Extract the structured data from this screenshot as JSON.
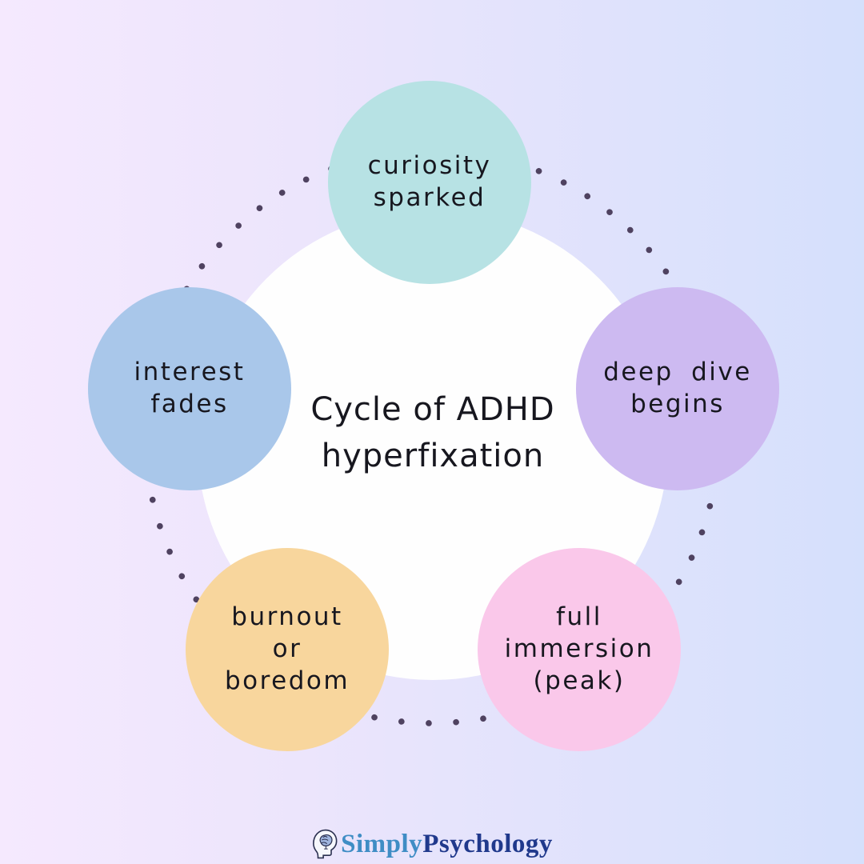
{
  "page": {
    "background_gradient_left": "#f5e9fe",
    "background_gradient_right": "#d5e0fc"
  },
  "title": {
    "line1": "Cycle of ADHD",
    "line2": "hyperfixation"
  },
  "cycle_steps": [
    {
      "id": "curiosity-sparked",
      "lines": [
        "curiosity",
        "sparked"
      ],
      "color": "#b7e2e4"
    },
    {
      "id": "deep-dive-begins",
      "lines": [
        "deep dive",
        "begins"
      ],
      "color": "#cdbaf1"
    },
    {
      "id": "full-immersion-peak",
      "lines": [
        "full",
        "immersion",
        "(peak)"
      ],
      "color": "#fac8ea"
    },
    {
      "id": "burnout-or-boredom",
      "lines": [
        "burnout",
        "or",
        "boredom"
      ],
      "color": "#f8d69d"
    },
    {
      "id": "interest-fades",
      "lines": [
        "interest",
        "fades"
      ],
      "color": "#a9c7ea"
    }
  ],
  "decor": {
    "dot_color": "#4f4260",
    "center_circle_color": "#fefefe",
    "text_color": "#17171f"
  },
  "footer": {
    "brand_part1": "Simply",
    "brand_part2": "Psychology",
    "brand_color1": "#3f8dc5",
    "brand_color2": "#20398c"
  }
}
